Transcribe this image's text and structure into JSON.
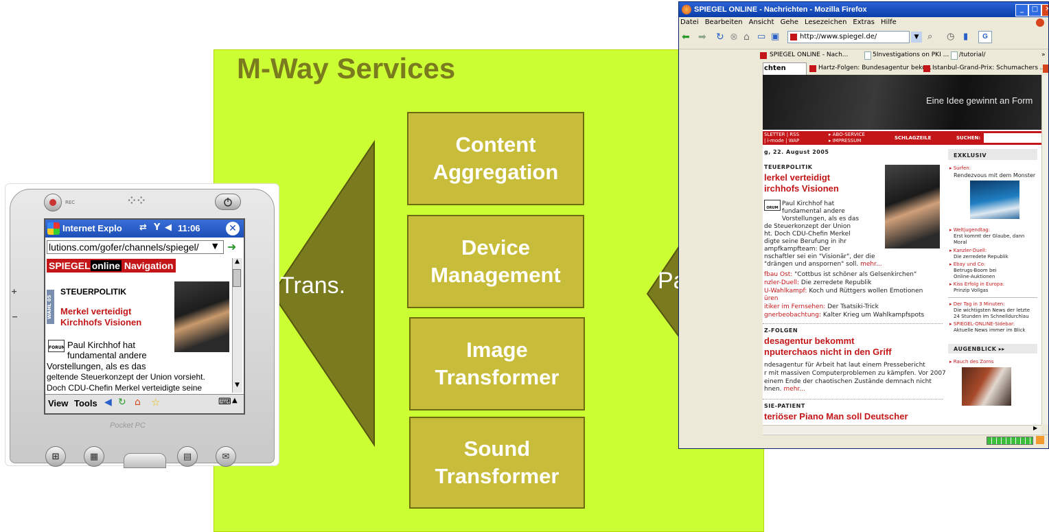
{
  "panel": {
    "title": "M-Way Services",
    "boxes": [
      {
        "line1": "Content",
        "line2": "Aggregation"
      },
      {
        "line1": "Device",
        "line2": "Management"
      },
      {
        "line1": "Image",
        "line2": "Transformer"
      },
      {
        "line1": "Sound",
        "line2": "Transformer"
      }
    ],
    "left_arrow_label": "Trans.",
    "right_arrow_label": "Parser"
  },
  "colors": {
    "panel": "#ccff33",
    "box_fill": "#c8bd3a",
    "arrow_fill": "#7a7a1e",
    "title": "#7a7a1e",
    "spiegel_red": "#c41618"
  },
  "pocketpc": {
    "rec_label": "REC",
    "app_title": "Internet Explo",
    "time": "11:06",
    "address": "lutions.com/gofer/channels/spiegel/",
    "brand_spiegel": "SPIEGEL",
    "brand_online": "online",
    "brand_nav": "Navigation",
    "section": "STEUERPOLITIK",
    "wahl_label": "WAHL 05",
    "headline1": "Merkel verteidigt",
    "headline2": "Kirchhofs Visionen",
    "forum_label": "FORUM",
    "body_lines": [
      "Paul Kirchhof hat",
      "fundamental andere",
      "Vorstellungen, als es das",
      "geltende Steuerkonzept der Union vorsieht.",
      "Doch CDU-Chefin Merkel verteidigte seine"
    ],
    "menu_view": "View",
    "menu_tools": "Tools",
    "brand_footer": "Pocket PC"
  },
  "firefox": {
    "window_title": "SPIEGEL ONLINE - Nachrichten - Mozilla Firefox",
    "menu": [
      "Datei",
      "Bearbeiten",
      "Ansicht",
      "Gehe",
      "Lesezeichen",
      "Extras",
      "Hilfe"
    ],
    "url": "http://www.spiegel.de/",
    "bookmarks": [
      "SPIEGEL ONLINE - Nach...",
      "5Investigations on PKI ...",
      "/tutorial/"
    ],
    "tabs": [
      "chten",
      "Hartz-Folgen: Bundesagentur beko...",
      "Istanbul-Grand-Prix: Schumachers ..."
    ],
    "banner_text": "Eine Idee gewinnt an Form",
    "navbar": {
      "left_line1": "SLETTER | RSS",
      "left_line2": "| i-mode | WAP",
      "mid_line1": "▸ ABO-SERVICE",
      "mid_line2": "▸ IMPRESSUM",
      "schlagzeile": "SCHLAGZEILE",
      "search_label": "SUCHEN:"
    },
    "date": "g, 22. August 2005",
    "section1": "TEUERPOLITIK",
    "headline1_line1": "lerkel verteidigt",
    "headline1_line2": "irchhofs Visionen",
    "forum_label": "ORUM",
    "article1": [
      "Paul Kirchhof hat",
      "fundamental andere",
      "Vorstellungen, als es das",
      "de Steuerkonzept der Union",
      "ht. Doch CDU-Chefin Merkel",
      "digte seine Berufung in ihr",
      "ampfkampfteam: Der",
      "nschaftler sei ein \"Visionär\", der die",
      "\"drängen und anspornen\" soll."
    ],
    "more": "mehr...",
    "links": [
      {
        "red": "fbau Ost:",
        "black": "\"Cottbus ist schöner als Gelsenkirchen\""
      },
      {
        "red": "nzler-Duell:",
        "black": "Die zerredete Republik"
      },
      {
        "red": "U-Wahlkampf:",
        "black": "Koch und Rüttgers wollen Emotionen"
      },
      {
        "red": "üren",
        "black": ""
      },
      {
        "red": "itiker im Fernsehen:",
        "black": "Der Tsatsiki-Trick"
      },
      {
        "red": "gnerbeobachtung:",
        "black": "Kalter Krieg um Wahlkampfspots"
      }
    ],
    "section2": "Z-FOLGEN",
    "headline2_line1": "desagentur bekommt",
    "headline2_line2": "nputerchaos nicht in den Griff",
    "article2": [
      "ndesagentur für Arbeit hat laut einem Pressebericht",
      "r mit massiven Computerproblemen zu kämpfen. Vor 2007",
      "einem Ende der chaotischen Zustände demnach nicht",
      "hnen."
    ],
    "section3": "SIE-PATIENT",
    "headline3": "teriöser Piano Man soll Deutscher",
    "sidebar": {
      "exklusiv": "EXKLUSIV",
      "surfen_label": "▸ Surfen:",
      "surfen_text": "Rendezvous mit dem Monster",
      "items": [
        {
          "red": "▸ Weltjugendtag:",
          "lines": [
            "Erst kommt der Glaube, dann",
            "Moral"
          ]
        },
        {
          "red": "▸ Kanzler-Duell:",
          "lines": [
            "Die zerredete Republik"
          ]
        },
        {
          "red": "▸ Ebay und Co:",
          "lines": [
            "Betrugs-Boom bei",
            "Online-Auktionen"
          ]
        },
        {
          "red": "▸ Kiss Erfolg in Europa:",
          "lines": [
            "Prinzip Vollgas"
          ]
        }
      ],
      "tag_red": "▸ Der Tag in 3 Minuten:",
      "tag_lines": [
        "Die wichtigsten News der letzte",
        "24 Stunden im Schnelldurchlau"
      ],
      "sidebar_red": "▸ SPIEGEL-ONLINE-Sidebar:",
      "sidebar_line": "Aktuelle News immer im Blick",
      "augenblick": "AUGENBLICK ▸▸",
      "rauch": "▸ Rauch des Zorns"
    }
  }
}
